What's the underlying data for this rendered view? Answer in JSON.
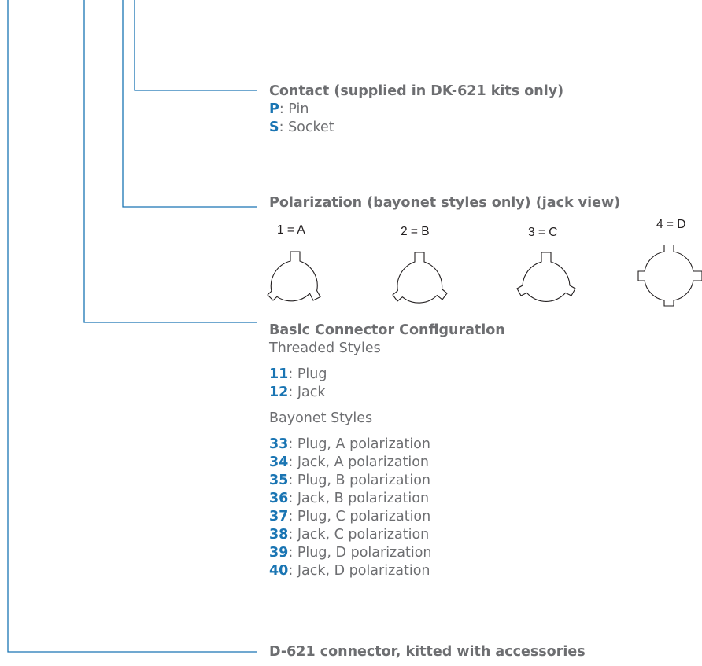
{
  "contact": {
    "heading": "Contact (supplied in DK-621 kits only)",
    "options": [
      {
        "code": "P",
        "label": ": Pin"
      },
      {
        "code": "S",
        "label": ": Socket"
      }
    ]
  },
  "polarization": {
    "heading": "Polarization (bayonet styles only) (jack view)",
    "keys": [
      {
        "label": "1 = A"
      },
      {
        "label": "2 = B"
      },
      {
        "label": "3 = C"
      },
      {
        "label": "4 = D"
      }
    ]
  },
  "configuration": {
    "heading": "Basic Connector Configuration",
    "threaded_title": "Threaded Styles",
    "threaded": [
      {
        "code": "11",
        "label": ": Plug"
      },
      {
        "code": "12",
        "label": ": Jack"
      }
    ],
    "bayonet_title": "Bayonet Styles",
    "bayonet": [
      {
        "code": "33",
        "label": ": Plug, A polarization"
      },
      {
        "code": "34",
        "label": ": Jack, A polarization"
      },
      {
        "code": "35",
        "label": ": Plug, B polarization"
      },
      {
        "code": "36",
        "label": ": Jack, B polarization"
      },
      {
        "code": "37",
        "label": ": Plug, C polarization"
      },
      {
        "code": "38",
        "label": ": Jack, C polarization"
      },
      {
        "code": "39",
        "label": ": Plug, D polarization"
      },
      {
        "code": "40",
        "label": ": Jack, D polarization"
      }
    ]
  },
  "connector": {
    "heading": "D-621 connector, kitted with accessories"
  },
  "colors": {
    "leader_line": "#1a75b3",
    "code_text": "#1a75b3",
    "body_text": "#6d6e71",
    "icon_stroke": "#231f20"
  }
}
